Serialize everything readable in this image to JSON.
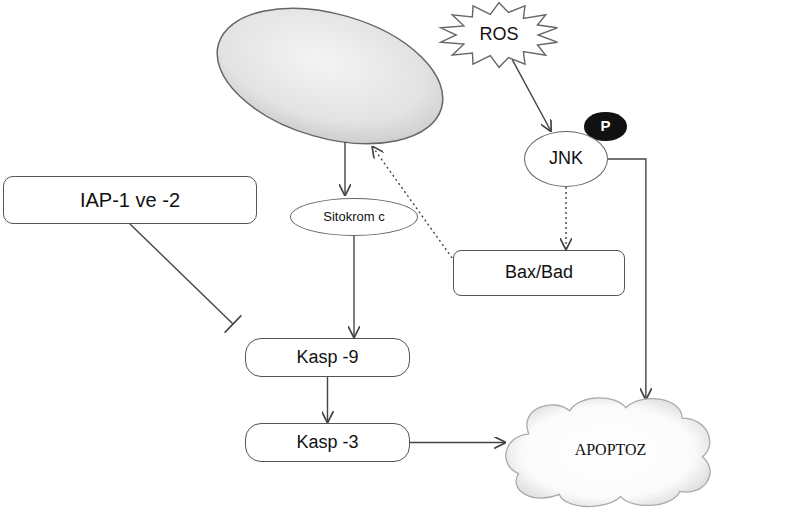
{
  "diagram": {
    "nodes": [
      {
        "text": [
          "ROS"
        ]
      },
      {
        "text": [
          "P"
        ]
      },
      {
        "text": [
          "JNK"
        ]
      },
      {
        "text": [
          "IAP-1 ve -2"
        ]
      },
      {
        "text": [
          "Sitokrom c"
        ]
      },
      {
        "text": [
          "Bax/Bad"
        ]
      },
      {
        "text": [
          "Kasp -9"
        ]
      },
      {
        "text": [
          "Kasp -3"
        ]
      },
      {
        "text": [
          "APOPTOZ"
        ]
      }
    ],
    "edges": [
      {
        "from": 0,
        "to": 2,
        "arrow": "to"
      },
      {
        "from": 2,
        "to": 5,
        "arrow": "to"
      },
      {
        "from": 2,
        "to": 8,
        "arrow": "to"
      },
      {
        "from": 3,
        "to": 6,
        "arrow": "to"
      },
      {
        "from": 4,
        "to": 6,
        "arrow": "to"
      },
      {
        "from": 6,
        "to": 7,
        "arrow": "to"
      },
      {
        "from": 7,
        "to": 8,
        "arrow": "to"
      }
    ]
  }
}
